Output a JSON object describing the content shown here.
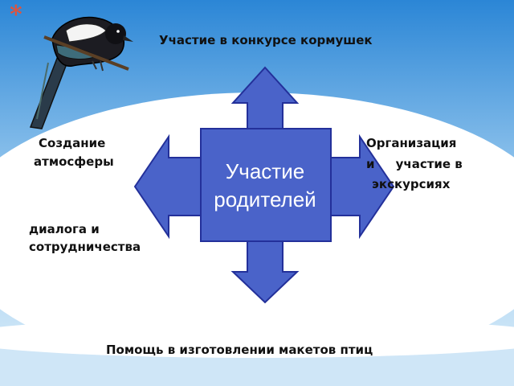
{
  "colors": {
    "sky_top": "#2b86d6",
    "sky_bottom": "#dceefa",
    "arrow_fill": "#4a63c9",
    "arrow_stroke": "#23309a",
    "bullet": "#e0533c"
  },
  "bullet_symbol": "*",
  "center": {
    "line1": "Участие",
    "line2": "родителей"
  },
  "labels": {
    "top": "Участие в конкурсе кормушек",
    "left_1": "Создание",
    "left_2": "атмосферы",
    "left_3": "диалога и",
    "left_4": "сотрудничества",
    "right_1": "Организация",
    "right_2": "и     участие в",
    "right_3": "экскурсиях",
    "bottom": "Помощь в изготовлении макетов птиц"
  },
  "icons": {
    "bird": "magpie-illustration"
  }
}
